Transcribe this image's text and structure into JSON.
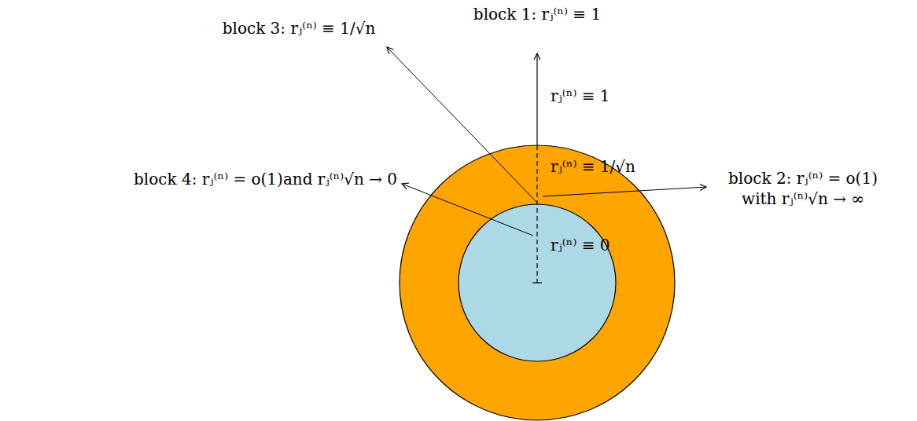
{
  "diagram": {
    "labels": [
      "block 1: rⱼ⁽ⁿ⁾ ≡ 1",
      "block 3: rⱼ⁽ⁿ⁾ ≡ 1/√n",
      "rⱼ⁽ⁿ⁾ ≡ 1",
      "block 2: rⱼ⁽ⁿ⁾ = o(1) with rⱼ⁽ⁿ⁾√n → ∞",
      "rⱼ⁽ⁿ⁾ ≡ 1/√n",
      "block 4: rⱼ⁽ⁿ⁾ = o(1)and rⱼ⁽ⁿ⁾√n → 0",
      "rⱼ⁽ⁿ⁾ ≡ 0"
    ]
  }
}
